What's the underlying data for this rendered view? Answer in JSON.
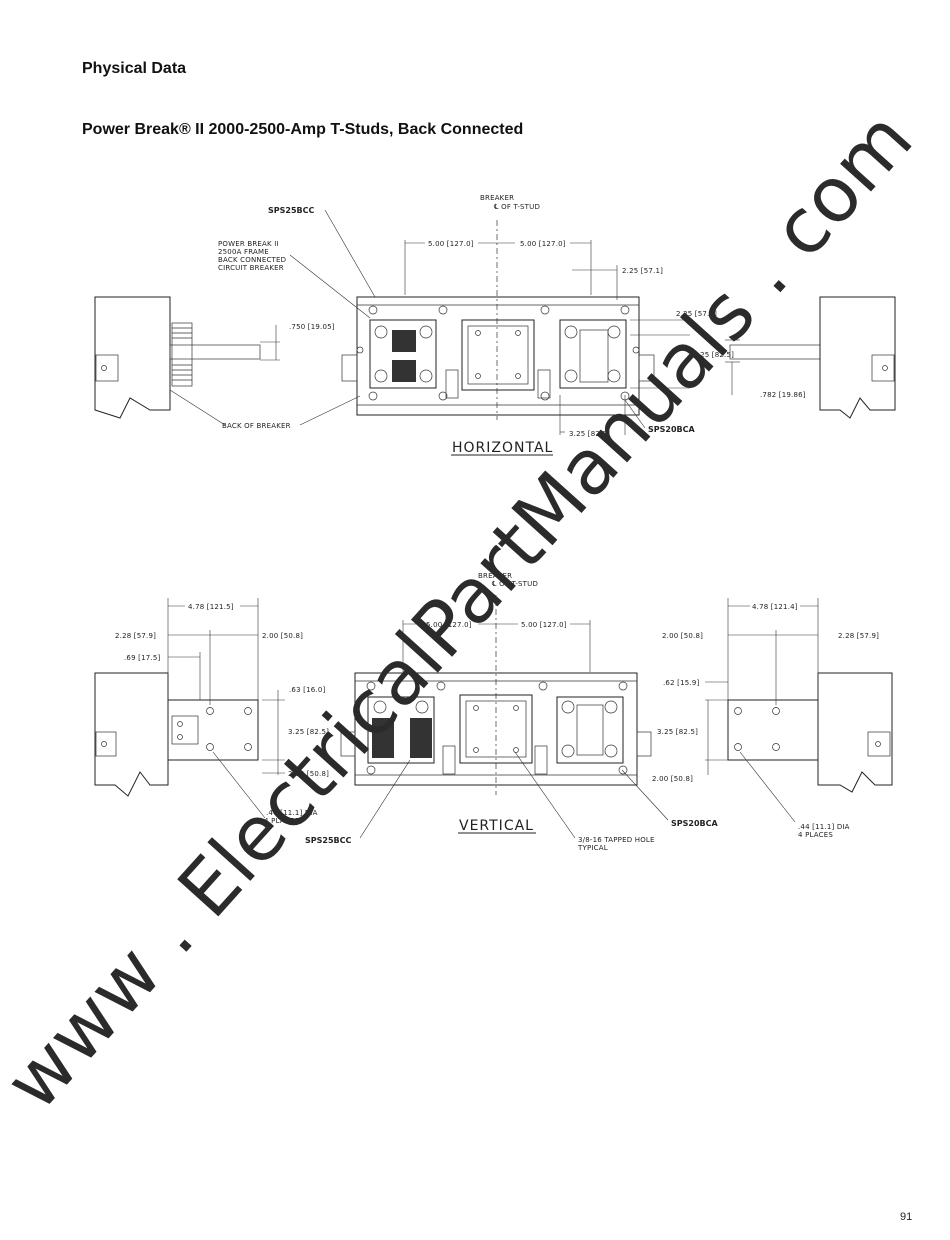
{
  "header": {
    "section": "Physical Data",
    "figure_title": "Power Break® II 2000-2500-Amp T-Studs, Back Connected"
  },
  "horizontal": {
    "view_label": "HORIZONTAL",
    "breaker_cl": [
      "BREAKER",
      "℄ OF T-STUD"
    ],
    "part_25": "SPS25BCC",
    "part_20": "SPS20BCA",
    "breaker_note": [
      "POWER BREAK II",
      "2500A FRAME",
      "BACK CONNECTED",
      "CIRCUIT BREAKER"
    ],
    "back_note": "BACK OF BREAKER",
    "dims": {
      "left_500": "5.00 [127.0]",
      "right_500": "5.00 [127.0]",
      "top_225": "2.25 [57.1]",
      "mid_225": "2.25 [57.1]",
      "d_325_right": "3.25 [82.5]",
      "d_750": ".750 [19.05]",
      "d_782": ".782 [19.86]",
      "d_325_bottom": "3.25 [82.5]"
    }
  },
  "vertical": {
    "view_label": "VERTICAL",
    "breaker_cl": [
      "BREAKER",
      "℄ OF T-STUD"
    ],
    "part_25": "SPS25BCC",
    "part_20": "SPS20BCA",
    "dims": {
      "left_500": "5.00 [127.0]",
      "right_500": "5.00 [127.0]",
      "l_478": "4.78 [121.5]",
      "l_228": "2.28 [57.9]",
      "l_200_top": "2.00 [50.8]",
      "l_69": ".69 [17.5]",
      "l_63": ".63 [16.0]",
      "l_325": "3.25 [82.5]",
      "l_200_bottom": "2.00 [50.8]",
      "r_478": "4.78 [121.4]",
      "r_200_top": "2.00 [50.8]",
      "r_228": "2.28 [57.9]",
      "r_62": ".62 [15.9]",
      "r_325": "3.25 [82.5]",
      "r_200_bottom": "2.00 [50.8]"
    },
    "hole_left": [
      ".44 [11.1] DIA",
      "4 PLACES"
    ],
    "hole_right": [
      ".44 [11.1] DIA",
      "4 PLACES"
    ],
    "tapped_note": [
      "3/8-16 TAPPED HOLE",
      "TYPICAL"
    ]
  },
  "watermark": "www . ElectricalPartManuals . com",
  "page_number": "91"
}
